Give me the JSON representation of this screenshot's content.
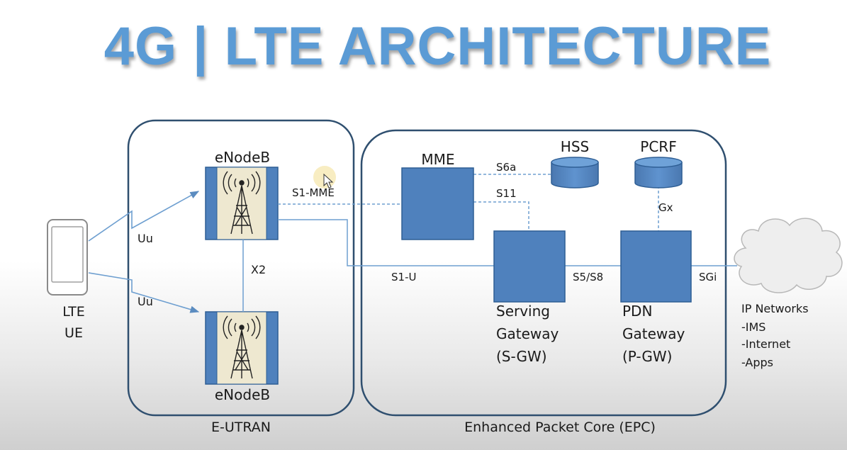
{
  "title": "4G | LTE ARCHITECTURE",
  "colors": {
    "title": "#5b9bd5",
    "node_fill": "#4f81bd",
    "node_stroke": "#2e5e94",
    "region_stroke": "#2f4f6f"
  },
  "ue": {
    "label_line1": "LTE",
    "label_line2": "UE"
  },
  "eutran": {
    "label": "E-UTRAN",
    "enodeb_top": "eNodeB",
    "enodeb_bottom": "eNodeB",
    "x2": "X2"
  },
  "air_links": {
    "uu_top": "Uu",
    "uu_bottom": "Uu"
  },
  "epc": {
    "label": "Enhanced Packet Core (EPC)",
    "mme": "MME",
    "hss": "HSS",
    "pcrf": "PCRF",
    "sgw_line1": "Serving",
    "sgw_line2": "Gateway",
    "sgw_line3": "(S-GW)",
    "pgw_line1": "PDN",
    "pgw_line2": "Gateway",
    "pgw_line3": "(P-GW)"
  },
  "interfaces": {
    "s1_mme": "S1-MME",
    "s1_u": "S1-U",
    "s6a": "S6a",
    "s11": "S11",
    "gx": "Gx",
    "s5_s8": "S5/S8",
    "sgi": "SGi"
  },
  "ip_networks": {
    "heading": "IP Networks",
    "items": [
      "-IMS",
      "-Internet",
      "-Apps"
    ]
  }
}
